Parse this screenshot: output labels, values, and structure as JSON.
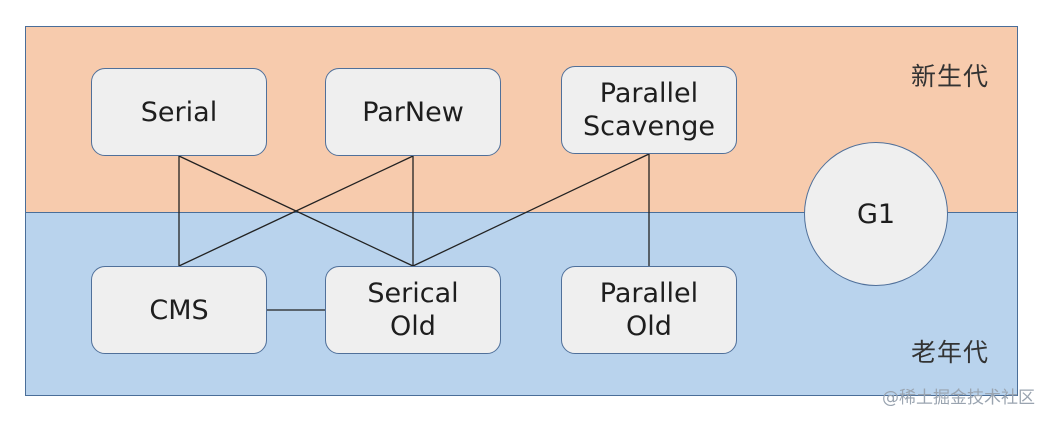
{
  "regions": {
    "young": "新生代",
    "old": "老年代"
  },
  "collectors": {
    "serial": "Serial",
    "parnew": "ParNew",
    "parallel_scavenge": "Parallel\nScavenge",
    "cms": "CMS",
    "serial_old": "Serical\nOld",
    "parallel_old": "Parallel\nOld",
    "g1": "G1"
  },
  "connections": [
    [
      "serial",
      "cms"
    ],
    [
      "serial",
      "serial_old"
    ],
    [
      "parnew",
      "cms"
    ],
    [
      "parnew",
      "serial_old"
    ],
    [
      "parallel_scavenge",
      "serial_old"
    ],
    [
      "parallel_scavenge",
      "parallel_old"
    ],
    [
      "cms",
      "serial_old"
    ]
  ],
  "watermark": "@稀土掘金技术社区",
  "colors": {
    "young_band": "#f7cbad",
    "old_band": "#b9d3ed",
    "node_fill": "#efefef",
    "border": "#50709a"
  }
}
